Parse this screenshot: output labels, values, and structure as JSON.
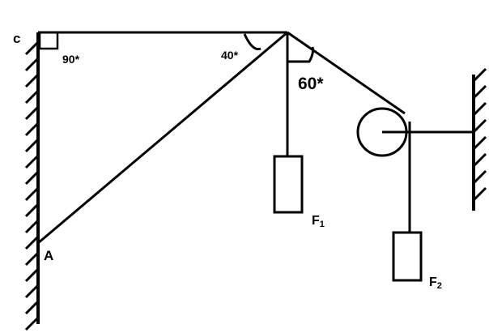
{
  "labels": {
    "point_c": "c",
    "point_a": "A",
    "angle_c": "90*",
    "angle_top": "40*",
    "angle_rope": "60*",
    "force_1": "F",
    "force_1_sub": "1",
    "force_2": "F",
    "force_2_sub": "2"
  },
  "colors": {
    "ink": "#000000",
    "background": "#ffffff"
  }
}
